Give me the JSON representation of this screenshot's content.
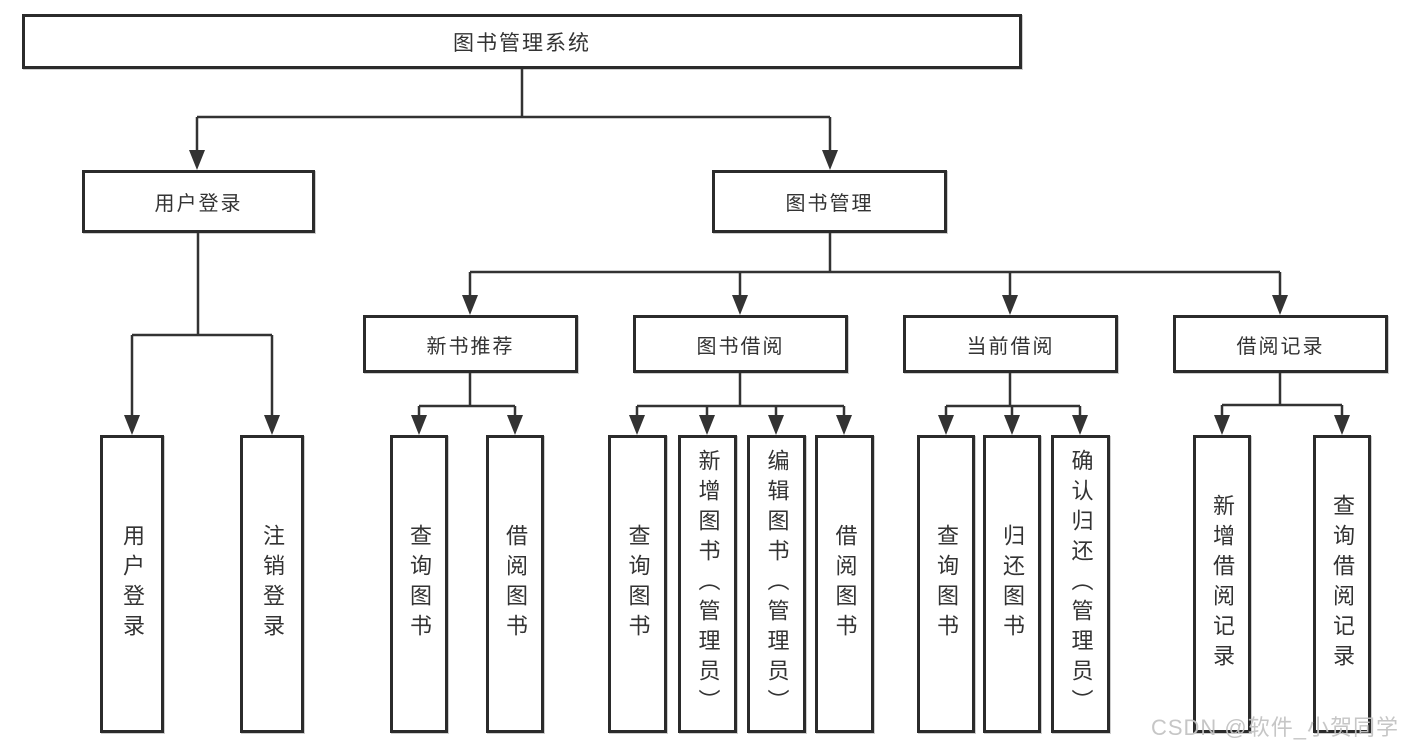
{
  "diagram": {
    "root": "图书管理系统",
    "branches": {
      "user_login": "用户登录",
      "book_management": "图书管理"
    },
    "modules": {
      "new_book_recommend": "新书推荐",
      "book_borrow": "图书借阅",
      "current_borrow": "当前借阅",
      "borrow_record": "借阅记录"
    },
    "leaves": {
      "user_login": [
        "用户登录",
        "注销登录"
      ],
      "new_book_recommend": [
        "查询图书",
        "借阅图书"
      ],
      "book_borrow": [
        "查询图书",
        "新增图书（管理员）",
        "编辑图书（管理员）",
        "借阅图书"
      ],
      "current_borrow": [
        "查询图书",
        "归还图书",
        "确认归还（管理员）"
      ],
      "borrow_record": [
        "新增借阅记录",
        "查询借阅记录"
      ]
    }
  },
  "watermark": {
    "text": "CSDN @软件_小贺同学"
  },
  "colors": {
    "line": "#333333",
    "box_border": "#2b2b2b",
    "text": "#333333",
    "watermark": "#c3c3c3",
    "background": "#ffffff"
  }
}
